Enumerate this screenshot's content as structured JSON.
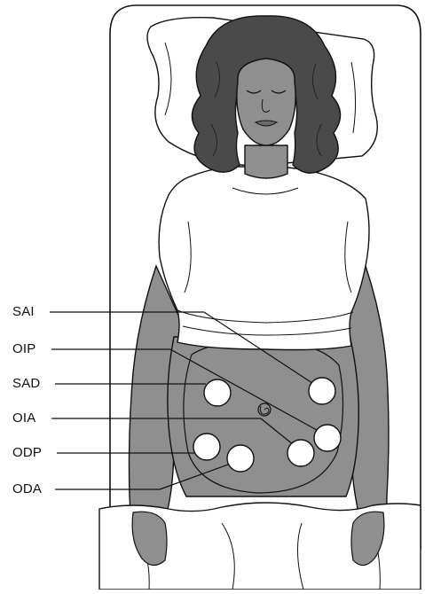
{
  "labels": [
    {
      "text": "SAI"
    },
    {
      "text": "OIP"
    },
    {
      "text": "SAD"
    },
    {
      "text": "OIA"
    },
    {
      "text": "ODP"
    },
    {
      "text": "ODA"
    }
  ],
  "colors": {
    "skin": "#8f8f8f",
    "hair": "#4a4a4a",
    "outline": "#111111",
    "shirt": "#ffffff",
    "marker_fill": "#ffffff"
  },
  "icons": {
    "navel": "spiral-icon"
  }
}
